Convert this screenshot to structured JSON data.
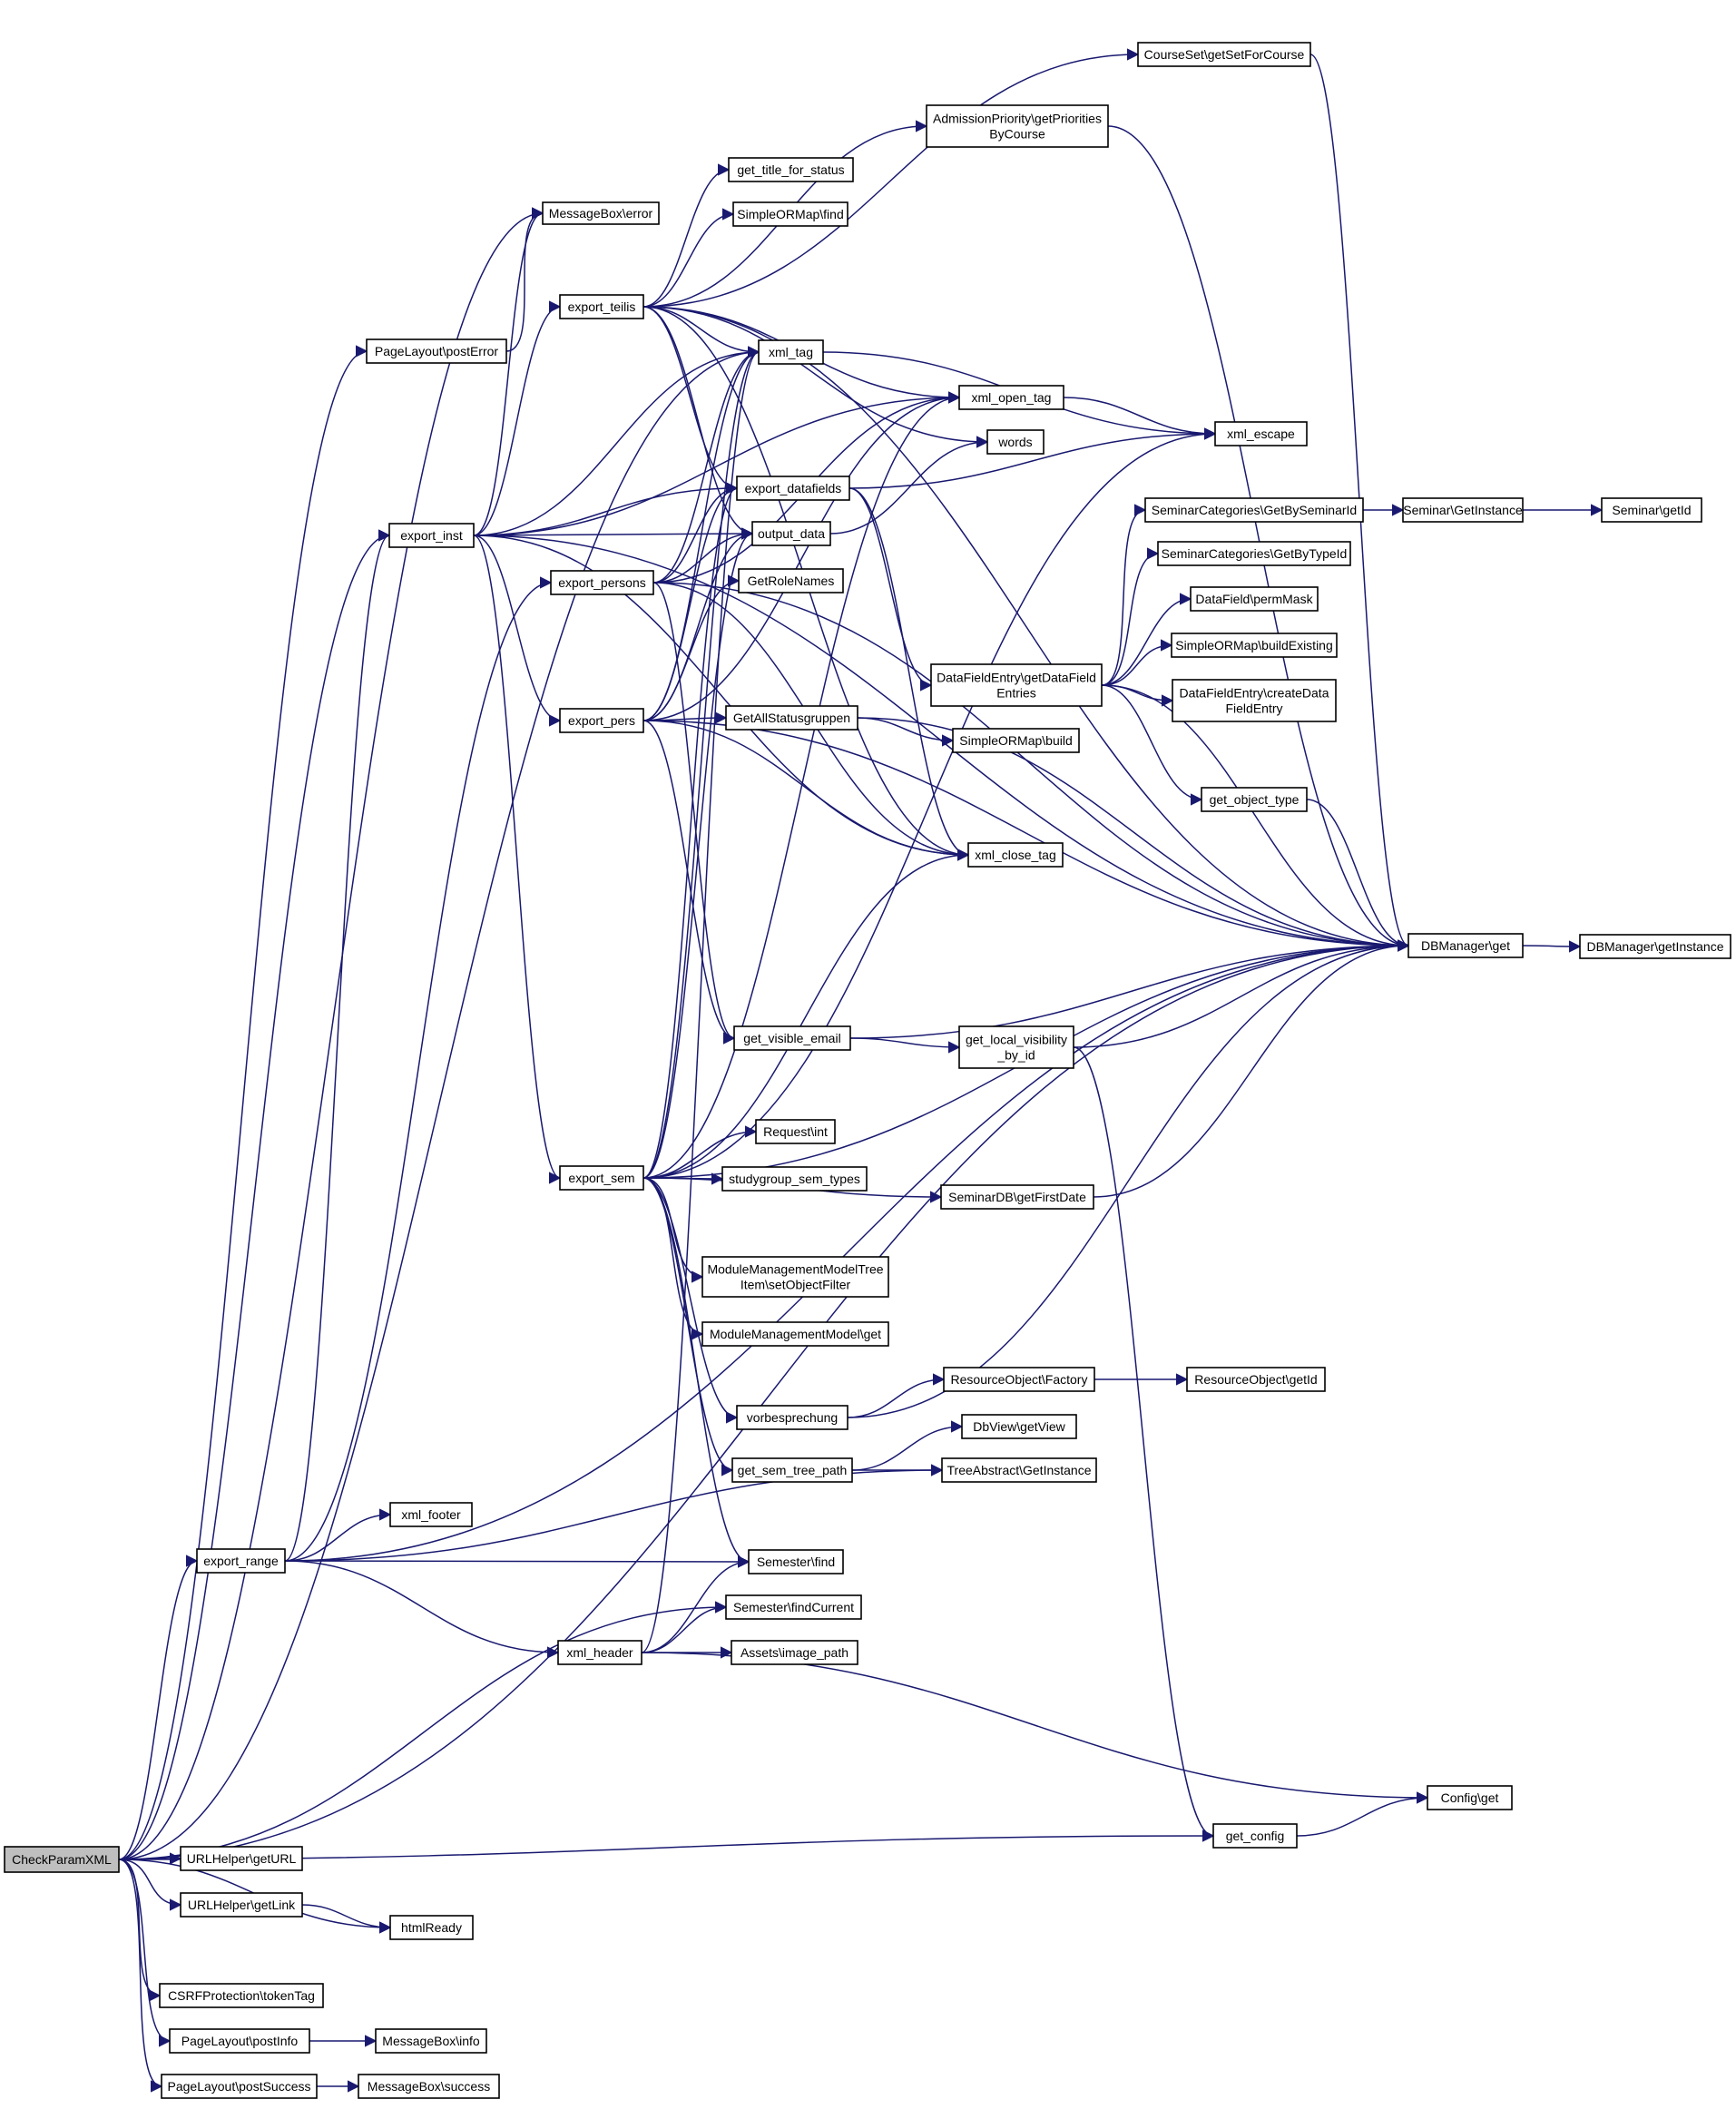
{
  "colors": {
    "edge": "#191970",
    "node_border": "#000000",
    "root_fill": "#bfbfbf",
    "node_fill": "#ffffff"
  },
  "root": "CheckParamXML",
  "nodes": [
    {
      "id": "CheckParamXML",
      "lines": [
        "CheckParamXML"
      ]
    },
    {
      "id": "MessageBox_error",
      "lines": [
        "MessageBox\\error"
      ]
    },
    {
      "id": "PageLayout_postError",
      "lines": [
        "PageLayout\\postError"
      ]
    },
    {
      "id": "export_inst",
      "lines": [
        "export_inst"
      ]
    },
    {
      "id": "export_teilis",
      "lines": [
        "export_teilis"
      ]
    },
    {
      "id": "export_persons",
      "lines": [
        "export_persons"
      ]
    },
    {
      "id": "export_pers",
      "lines": [
        "export_pers"
      ]
    },
    {
      "id": "export_sem",
      "lines": [
        "export_sem"
      ]
    },
    {
      "id": "export_range",
      "lines": [
        "export_range"
      ]
    },
    {
      "id": "xml_footer",
      "lines": [
        "xml_footer"
      ]
    },
    {
      "id": "xml_header",
      "lines": [
        "xml_header"
      ]
    },
    {
      "id": "URLHelper_getURL",
      "lines": [
        "URLHelper\\getURL"
      ]
    },
    {
      "id": "URLHelper_getLink",
      "lines": [
        "URLHelper\\getLink"
      ]
    },
    {
      "id": "htmlReady",
      "lines": [
        "htmlReady"
      ]
    },
    {
      "id": "CSRFProtection_tokenTag",
      "lines": [
        "CSRFProtection\\tokenTag"
      ]
    },
    {
      "id": "PageLayout_postInfo",
      "lines": [
        "PageLayout\\postInfo"
      ]
    },
    {
      "id": "MessageBox_info",
      "lines": [
        "MessageBox\\info"
      ]
    },
    {
      "id": "PageLayout_postSuccess",
      "lines": [
        "PageLayout\\postSuccess"
      ]
    },
    {
      "id": "MessageBox_success",
      "lines": [
        "MessageBox\\success"
      ]
    },
    {
      "id": "CourseSet_getSetForCourse",
      "lines": [
        "CourseSet\\getSetForCourse"
      ]
    },
    {
      "id": "AdmissionPriority_getPrioritiesByCourse",
      "lines": [
        "AdmissionPriority\\getPriorities",
        "ByCourse"
      ]
    },
    {
      "id": "get_title_for_status",
      "lines": [
        "get_title_for_status"
      ]
    },
    {
      "id": "SimpleORMap_find",
      "lines": [
        "SimpleORMap\\find"
      ]
    },
    {
      "id": "xml_tag",
      "lines": [
        "xml_tag"
      ]
    },
    {
      "id": "xml_open_tag",
      "lines": [
        "xml_open_tag"
      ]
    },
    {
      "id": "words",
      "lines": [
        "words"
      ]
    },
    {
      "id": "xml_escape",
      "lines": [
        "xml_escape"
      ]
    },
    {
      "id": "export_datafields",
      "lines": [
        "export_datafields"
      ]
    },
    {
      "id": "output_data",
      "lines": [
        "output_data"
      ]
    },
    {
      "id": "GetRoleNames",
      "lines": [
        "GetRoleNames"
      ]
    },
    {
      "id": "GetAllStatusgruppen",
      "lines": [
        "GetAllStatusgruppen"
      ]
    },
    {
      "id": "SimpleORMap_build",
      "lines": [
        "SimpleORMap\\build"
      ]
    },
    {
      "id": "DataFieldEntry_getDataFieldEntries",
      "lines": [
        "DataFieldEntry\\getDataField",
        "Entries"
      ]
    },
    {
      "id": "SeminarCategories_GetBySeminarId",
      "lines": [
        "SeminarCategories\\GetBySeminarId"
      ]
    },
    {
      "id": "SeminarCategories_GetByTypeId",
      "lines": [
        "SeminarCategories\\GetByTypeId"
      ]
    },
    {
      "id": "DataField_permMask",
      "lines": [
        "DataField\\permMask"
      ]
    },
    {
      "id": "SimpleORMap_buildExisting",
      "lines": [
        "SimpleORMap\\buildExisting"
      ]
    },
    {
      "id": "DataFieldEntry_createDataFieldEntry",
      "lines": [
        "DataFieldEntry\\createData",
        "FieldEntry"
      ]
    },
    {
      "id": "get_object_type",
      "lines": [
        "get_object_type"
      ]
    },
    {
      "id": "Seminar_GetInstance",
      "lines": [
        "Seminar\\GetInstance"
      ]
    },
    {
      "id": "Seminar_getId",
      "lines": [
        "Seminar\\getId"
      ]
    },
    {
      "id": "xml_close_tag",
      "lines": [
        "xml_close_tag"
      ]
    },
    {
      "id": "DBManager_get",
      "lines": [
        "DBManager\\get"
      ]
    },
    {
      "id": "DBManager_getInstance",
      "lines": [
        "DBManager\\getInstance"
      ]
    },
    {
      "id": "get_visible_email",
      "lines": [
        "get_visible_email"
      ]
    },
    {
      "id": "get_local_visibility_by_id",
      "lines": [
        "get_local_visibility",
        "_by_id"
      ]
    },
    {
      "id": "Request_int",
      "lines": [
        "Request\\int"
      ]
    },
    {
      "id": "studygroup_sem_types",
      "lines": [
        "studygroup_sem_types"
      ]
    },
    {
      "id": "SeminarDB_getFirstDate",
      "lines": [
        "SeminarDB\\getFirstDate"
      ]
    },
    {
      "id": "ModuleManagementModelTreeItem_setObjectFilter",
      "lines": [
        "ModuleManagementModelTree",
        "Item\\setObjectFilter"
      ]
    },
    {
      "id": "ModuleManagementModel_get",
      "lines": [
        "ModuleManagementModel\\get"
      ]
    },
    {
      "id": "ResourceObject_Factory",
      "lines": [
        "ResourceObject\\Factory"
      ]
    },
    {
      "id": "ResourceObject_getId",
      "lines": [
        "ResourceObject\\getId"
      ]
    },
    {
      "id": "vorbesprechung",
      "lines": [
        "vorbesprechung"
      ]
    },
    {
      "id": "DbView_getView",
      "lines": [
        "DbView\\getView"
      ]
    },
    {
      "id": "get_sem_tree_path",
      "lines": [
        "get_sem_tree_path"
      ]
    },
    {
      "id": "TreeAbstract_GetInstance",
      "lines": [
        "TreeAbstract\\GetInstance"
      ]
    },
    {
      "id": "Semester_find",
      "lines": [
        "Semester\\find"
      ]
    },
    {
      "id": "Semester_findCurrent",
      "lines": [
        "Semester\\findCurrent"
      ]
    },
    {
      "id": "Assets_image_path",
      "lines": [
        "Assets\\image_path"
      ]
    },
    {
      "id": "Config_get",
      "lines": [
        "Config\\get"
      ]
    },
    {
      "id": "get_config",
      "lines": [
        "get_config"
      ]
    }
  ],
  "edges": [
    [
      "CheckParamXML",
      "MessageBox_error"
    ],
    [
      "CheckParamXML",
      "PageLayout_postError"
    ],
    [
      "CheckParamXML",
      "export_inst"
    ],
    [
      "CheckParamXML",
      "export_range"
    ],
    [
      "CheckParamXML",
      "Semester_findCurrent"
    ],
    [
      "CheckParamXML",
      "get_config"
    ],
    [
      "CheckParamXML",
      "URLHelper_getURL"
    ],
    [
      "CheckParamXML",
      "URLHelper_getLink"
    ],
    [
      "CheckParamXML",
      "htmlReady"
    ],
    [
      "CheckParamXML",
      "CSRFProtection_tokenTag"
    ],
    [
      "CheckParamXML",
      "PageLayout_postInfo"
    ],
    [
      "CheckParamXML",
      "PageLayout_postSuccess"
    ],
    [
      "CheckParamXML",
      "DBManager_get"
    ],
    [
      "CheckParamXML",
      "xml_tag"
    ],
    [
      "PageLayout_postError",
      "MessageBox_error"
    ],
    [
      "URLHelper_getLink",
      "htmlReady"
    ],
    [
      "PageLayout_postInfo",
      "MessageBox_info"
    ],
    [
      "PageLayout_postSuccess",
      "MessageBox_success"
    ],
    [
      "export_inst",
      "MessageBox_error"
    ],
    [
      "export_inst",
      "export_teilis"
    ],
    [
      "export_inst",
      "xml_tag"
    ],
    [
      "export_inst",
      "xml_open_tag"
    ],
    [
      "export_inst",
      "export_datafields"
    ],
    [
      "export_inst",
      "output_data"
    ],
    [
      "export_inst",
      "export_pers"
    ],
    [
      "export_inst",
      "export_sem"
    ],
    [
      "export_inst",
      "xml_close_tag"
    ],
    [
      "export_inst",
      "DBManager_get"
    ],
    [
      "export_teilis",
      "CourseSet_getSetForCourse"
    ],
    [
      "export_teilis",
      "AdmissionPriority_getPrioritiesByCourse"
    ],
    [
      "export_teilis",
      "get_title_for_status"
    ],
    [
      "export_teilis",
      "SimpleORMap_find"
    ],
    [
      "export_teilis",
      "xml_tag"
    ],
    [
      "export_teilis",
      "xml_open_tag"
    ],
    [
      "export_teilis",
      "words"
    ],
    [
      "export_teilis",
      "export_datafields"
    ],
    [
      "export_teilis",
      "output_data"
    ],
    [
      "export_teilis",
      "xml_close_tag"
    ],
    [
      "export_teilis",
      "DBManager_get"
    ],
    [
      "export_persons",
      "xml_tag"
    ],
    [
      "export_persons",
      "xml_open_tag"
    ],
    [
      "export_persons",
      "export_datafields"
    ],
    [
      "export_persons",
      "output_data"
    ],
    [
      "export_persons",
      "xml_close_tag"
    ],
    [
      "export_persons",
      "get_visible_email"
    ],
    [
      "export_persons",
      "DBManager_get"
    ],
    [
      "export_pers",
      "xml_tag"
    ],
    [
      "export_pers",
      "xml_open_tag"
    ],
    [
      "export_pers",
      "export_datafields"
    ],
    [
      "export_pers",
      "output_data"
    ],
    [
      "export_pers",
      "GetRoleNames"
    ],
    [
      "export_pers",
      "GetAllStatusgruppen"
    ],
    [
      "export_pers",
      "xml_close_tag"
    ],
    [
      "export_pers",
      "get_visible_email"
    ],
    [
      "export_pers",
      "DBManager_get"
    ],
    [
      "export_sem",
      "xml_tag"
    ],
    [
      "export_sem",
      "xml_open_tag"
    ],
    [
      "export_sem",
      "export_datafields"
    ],
    [
      "export_sem",
      "output_data"
    ],
    [
      "export_sem",
      "xml_close_tag"
    ],
    [
      "export_sem",
      "Request_int"
    ],
    [
      "export_sem",
      "studygroup_sem_types"
    ],
    [
      "export_sem",
      "ModuleManagementModelTreeItem_setObjectFilter"
    ],
    [
      "export_sem",
      "ModuleManagementModel_get"
    ],
    [
      "export_sem",
      "vorbesprechung"
    ],
    [
      "export_sem",
      "get_sem_tree_path"
    ],
    [
      "export_sem",
      "Semester_find"
    ],
    [
      "export_sem",
      "DBManager_get"
    ],
    [
      "export_sem",
      "SeminarDB_getFirstDate"
    ],
    [
      "export_sem",
      "xml_escape"
    ],
    [
      "export_range",
      "export_inst"
    ],
    [
      "export_range",
      "export_persons"
    ],
    [
      "export_range",
      "xml_footer"
    ],
    [
      "export_range",
      "Semester_find"
    ],
    [
      "export_range",
      "xml_header"
    ],
    [
      "export_range",
      "DBManager_get"
    ],
    [
      "export_range",
      "TreeAbstract_GetInstance"
    ],
    [
      "xml_header",
      "Semester_find"
    ],
    [
      "xml_header",
      "Semester_findCurrent"
    ],
    [
      "xml_header",
      "Assets_image_path"
    ],
    [
      "xml_header",
      "Config_get"
    ],
    [
      "xml_header",
      "xml_tag"
    ],
    [
      "xml_tag",
      "xml_escape"
    ],
    [
      "xml_open_tag",
      "xml_escape"
    ],
    [
      "export_datafields",
      "xml_escape"
    ],
    [
      "export_datafields",
      "DataFieldEntry_getDataFieldEntries"
    ],
    [
      "export_datafields",
      "xml_close_tag"
    ],
    [
      "output_data",
      "words"
    ],
    [
      "GetAllStatusgruppen",
      "SimpleORMap_build"
    ],
    [
      "GetAllStatusgruppen",
      "DBManager_get"
    ],
    [
      "AdmissionPriority_getPrioritiesByCourse",
      "DBManager_get"
    ],
    [
      "CourseSet_getSetForCourse",
      "DBManager_get"
    ],
    [
      "DataFieldEntry_getDataFieldEntries",
      "SeminarCategories_GetBySeminarId"
    ],
    [
      "DataFieldEntry_getDataFieldEntries",
      "SeminarCategories_GetByTypeId"
    ],
    [
      "DataFieldEntry_getDataFieldEntries",
      "DataField_permMask"
    ],
    [
      "DataFieldEntry_getDataFieldEntries",
      "SimpleORMap_buildExisting"
    ],
    [
      "DataFieldEntry_getDataFieldEntries",
      "DataFieldEntry_createDataFieldEntry"
    ],
    [
      "DataFieldEntry_getDataFieldEntries",
      "get_object_type"
    ],
    [
      "DataFieldEntry_getDataFieldEntries",
      "DBManager_get"
    ],
    [
      "get_object_type",
      "DBManager_get"
    ],
    [
      "SeminarCategories_GetBySeminarId",
      "Seminar_GetInstance"
    ],
    [
      "Seminar_GetInstance",
      "Seminar_getId"
    ],
    [
      "DBManager_get",
      "DBManager_getInstance"
    ],
    [
      "get_visible_email",
      "DBManager_get"
    ],
    [
      "get_visible_email",
      "get_local_visibility_by_id"
    ],
    [
      "get_local_visibility_by_id",
      "DBManager_get"
    ],
    [
      "get_local_visibility_by_id",
      "get_config"
    ],
    [
      "SeminarDB_getFirstDate",
      "DBManager_get"
    ],
    [
      "vorbesprechung",
      "ResourceObject_Factory"
    ],
    [
      "vorbesprechung",
      "DBManager_get"
    ],
    [
      "ResourceObject_Factory",
      "ResourceObject_getId"
    ],
    [
      "get_sem_tree_path",
      "DbView_getView"
    ],
    [
      "get_sem_tree_path",
      "TreeAbstract_GetInstance"
    ],
    [
      "get_config",
      "Config_get"
    ]
  ]
}
